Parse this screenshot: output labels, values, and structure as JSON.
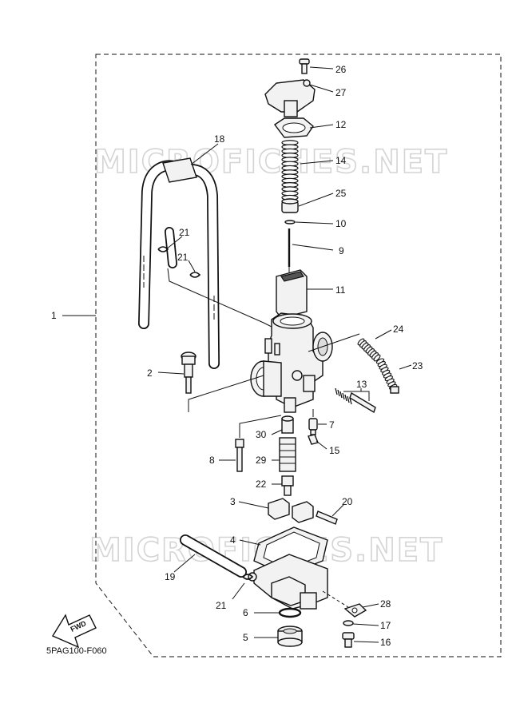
{
  "watermark": "MICROFICHES.NET",
  "diagram_code": "5PAG100-F060",
  "fwd_label": "FWD",
  "callouts": [
    "1",
    "2",
    "3",
    "4",
    "5",
    "6",
    "7",
    "8",
    "9",
    "10",
    "11",
    "12",
    "13",
    "14",
    "15",
    "16",
    "17",
    "18",
    "19",
    "20",
    "21",
    "21",
    "21",
    "22",
    "23",
    "24",
    "25",
    "26",
    "27",
    "28",
    "29",
    "30"
  ]
}
